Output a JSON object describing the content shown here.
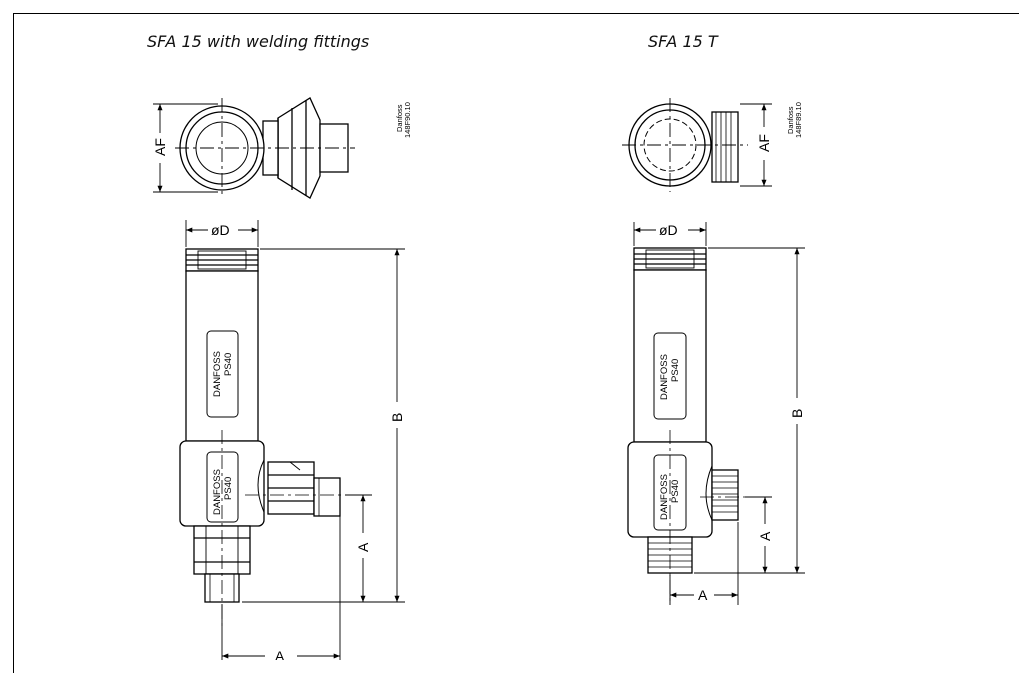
{
  "captions": {
    "left": "SFA 15 with welding fittings",
    "right": "SFA 15 T"
  },
  "left_view": {
    "code_brand": "Danfoss",
    "code_number": "148F90.10",
    "dim_af": "AF",
    "dim_od": "øD",
    "dim_b": "B",
    "dim_a_vertical": "A",
    "dim_a_horizontal": "A",
    "body_label_1": "DANFOSS",
    "body_label_2": "PS40",
    "lower_label_1": "DANFOSS",
    "lower_label_2": "PS40"
  },
  "right_view": {
    "code_brand": "Danfoss",
    "code_number": "148F89.10",
    "dim_af": "AF",
    "dim_od": "øD",
    "dim_b": "B",
    "dim_a_vertical": "A",
    "dim_a_horizontal": "A",
    "body_label_1": "DANFOSS",
    "body_label_2": "PS40",
    "lower_label_1": "DANFOSS",
    "lower_label_2": "PS40"
  },
  "colors": {
    "line": "#000000",
    "background": "#ffffff"
  }
}
